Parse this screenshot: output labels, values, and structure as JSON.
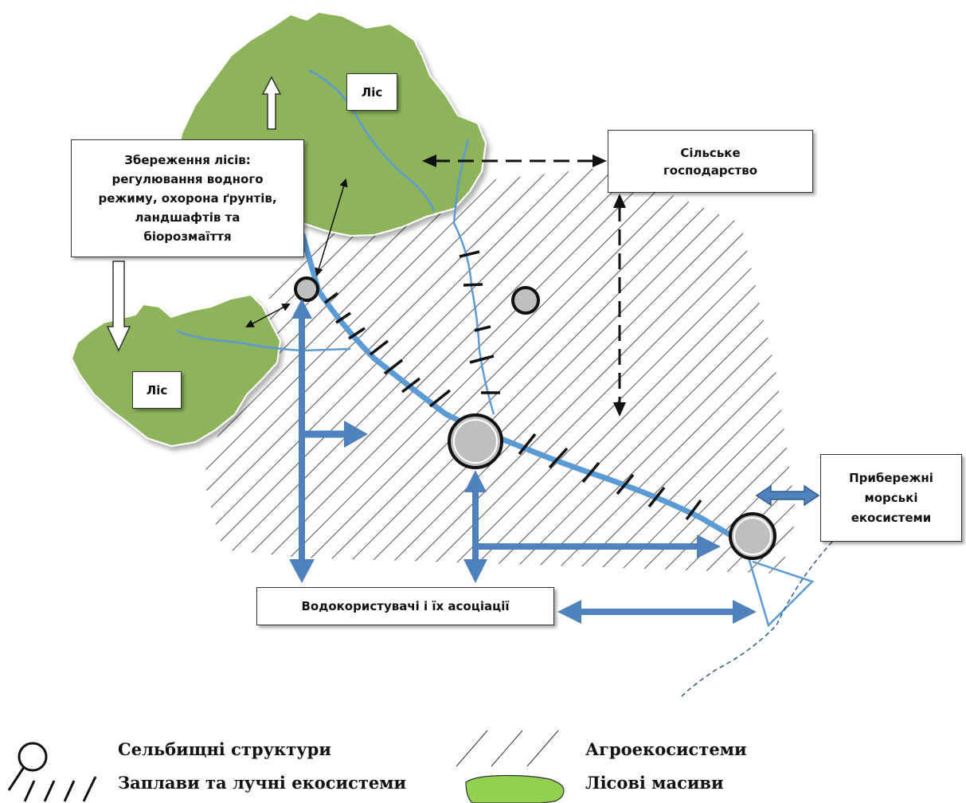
{
  "labels": {
    "forest_top": "Ліс",
    "forest_bottom": "Ліс",
    "forest_conservation": [
      "Збереження лісів:",
      "регулювання водного",
      "режиму, охорона ґрунтів,",
      "ландшафтів та",
      "біорозмаїття"
    ],
    "agriculture": [
      "Сільське",
      "господарство"
    ],
    "coastal": [
      "Прибережні",
      "морські",
      "екосистеми"
    ],
    "water_users": "Водокористувачі і їх асоціації"
  },
  "legend": {
    "settlements": "Сельбищні структури",
    "floodplains": "Заплави та лучні екосистеми",
    "agroecosystems": "Агроекосистеми",
    "forests": "Лісові масиви"
  },
  "colors": {
    "forest": "#8db45a",
    "forest_legend": "#92d050",
    "river": "#5b9bd5",
    "flow_arrow": "#4f81bd",
    "settlement": "#bfbfbf"
  }
}
